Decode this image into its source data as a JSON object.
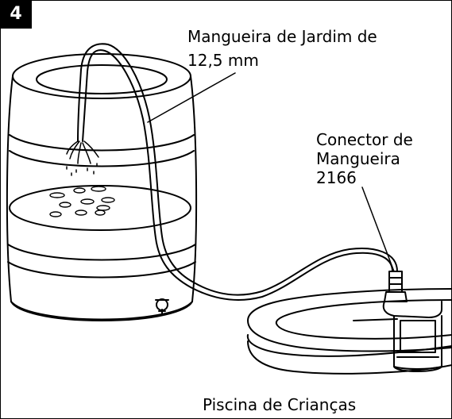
{
  "figure": {
    "step_number": "4",
    "labels": {
      "hose_line1": "Mangueira de Jardim de",
      "hose_line2": "12,5 mm",
      "connector_line1": "Conector de",
      "connector_line2": "Mangueira",
      "connector_line3": "2166",
      "pool": "Piscina de Crianças"
    }
  }
}
